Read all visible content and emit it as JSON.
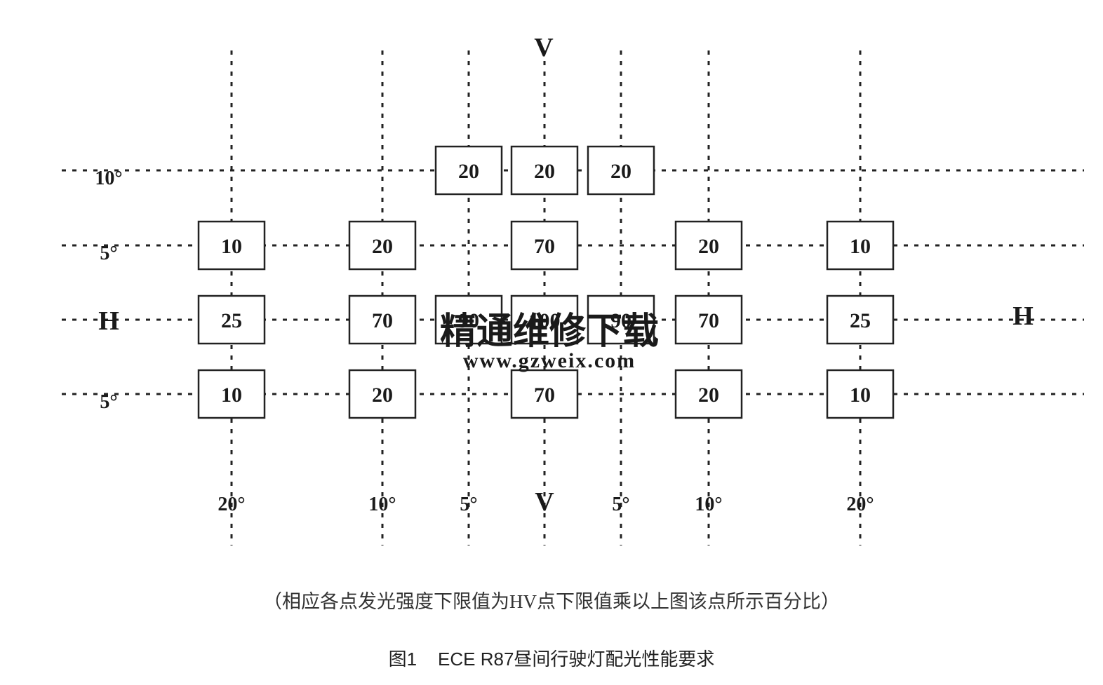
{
  "axes": {
    "vertical_label": "V",
    "horizontal_label": "H"
  },
  "columns": [
    {
      "id": "L20",
      "label": "20°"
    },
    {
      "id": "L10",
      "label": "10°"
    },
    {
      "id": "L5",
      "label": "5°"
    },
    {
      "id": "V",
      "label": "V"
    },
    {
      "id": "R5",
      "label": "5°"
    },
    {
      "id": "R10",
      "label": "10°"
    },
    {
      "id": "R20",
      "label": "20°"
    }
  ],
  "rows": [
    {
      "id": "U10",
      "label": "10°"
    },
    {
      "id": "U5",
      "label": "5°"
    },
    {
      "id": "H",
      "label": "H"
    },
    {
      "id": "D5",
      "label": "5°"
    }
  ],
  "cells": [
    {
      "row": "U10",
      "col": "L5",
      "value": "20"
    },
    {
      "row": "U10",
      "col": "V",
      "value": "20"
    },
    {
      "row": "U10",
      "col": "R5",
      "value": "20"
    },
    {
      "row": "U5",
      "col": "L20",
      "value": "10"
    },
    {
      "row": "U5",
      "col": "L10",
      "value": "20"
    },
    {
      "row": "U5",
      "col": "V",
      "value": "70"
    },
    {
      "row": "U5",
      "col": "R10",
      "value": "20"
    },
    {
      "row": "U5",
      "col": "R20",
      "value": "10"
    },
    {
      "row": "H",
      "col": "L20",
      "value": "25"
    },
    {
      "row": "H",
      "col": "L10",
      "value": "70"
    },
    {
      "row": "H",
      "col": "L5",
      "value": "90"
    },
    {
      "row": "H",
      "col": "V",
      "value": "100"
    },
    {
      "row": "H",
      "col": "R5",
      "value": "90"
    },
    {
      "row": "H",
      "col": "R10",
      "value": "70"
    },
    {
      "row": "H",
      "col": "R20",
      "value": "25"
    },
    {
      "row": "D5",
      "col": "L20",
      "value": "10"
    },
    {
      "row": "D5",
      "col": "L10",
      "value": "20"
    },
    {
      "row": "D5",
      "col": "V",
      "value": "70"
    },
    {
      "row": "D5",
      "col": "R10",
      "value": "20"
    },
    {
      "row": "D5",
      "col": "R20",
      "value": "10"
    }
  ],
  "watermark": {
    "text": "精通维修下载",
    "url": "www.gzweix.com"
  },
  "note": "（相应各点发光强度下限值为HV点下限值乘以上图该点所示百分比）",
  "caption": {
    "figure_number": "图1",
    "title": "ECE R87昼间行驶灯配光性能要求"
  }
}
